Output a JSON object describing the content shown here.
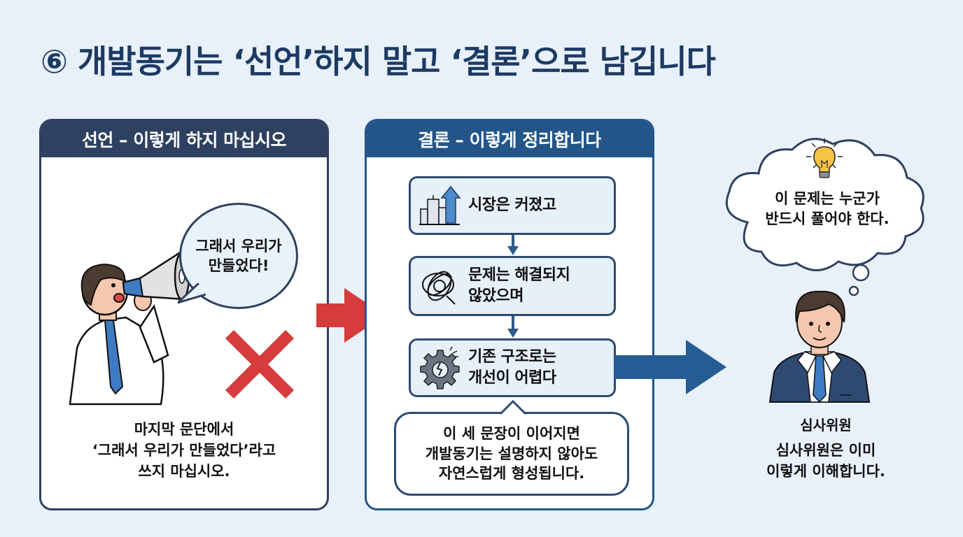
{
  "title": "⑥ 개발동기는 ‘선언’하지 말고 ‘결론’으로 남깁니다",
  "left_panel": {
    "header": "선언 – 이렇게 하지 마십시오",
    "speech_bubble": "그래서 우리가 만들었다!",
    "caption_lines": [
      "마지막 문단에서",
      "‘그래서 우리가 만들었다’라고",
      "쓰지 마십시오."
    ],
    "icons": [
      "man-with-megaphone-icon",
      "red-x-icon"
    ]
  },
  "mid_panel": {
    "header": "결론 – 이렇게 정리합니다",
    "steps": [
      {
        "icon": "growing-city-chart-icon",
        "lines": [
          "시장은 커졌고"
        ]
      },
      {
        "icon": "tangled-thread-icon",
        "lines": [
          "문제는 해결되지",
          "않았으며"
        ]
      },
      {
        "icon": "broken-gear-icon",
        "lines": [
          "기존 구조로는",
          "개선이 어렵다"
        ]
      }
    ],
    "note_lines": [
      "이 세 문장이 이어지면",
      "개발동기는 설명하지 않아도",
      "자연스럽게 형성됩니다."
    ]
  },
  "right_panel": {
    "thought_lines": [
      "이 문제는 누군가",
      "반드시 풀어야 한다."
    ],
    "thought_icon": "lightbulb-icon",
    "judge_label": "심사위원",
    "judge_desc_lines": [
      "심사위원은 이미",
      "이렇게 이해합니다."
    ]
  },
  "colors": {
    "title": "#1d3a63",
    "left_header": "#2e4160",
    "mid_header": "#235589",
    "red_arrow": "#d63c3c",
    "blue_arrow": "#255c94",
    "background": "#e8f1f9"
  }
}
